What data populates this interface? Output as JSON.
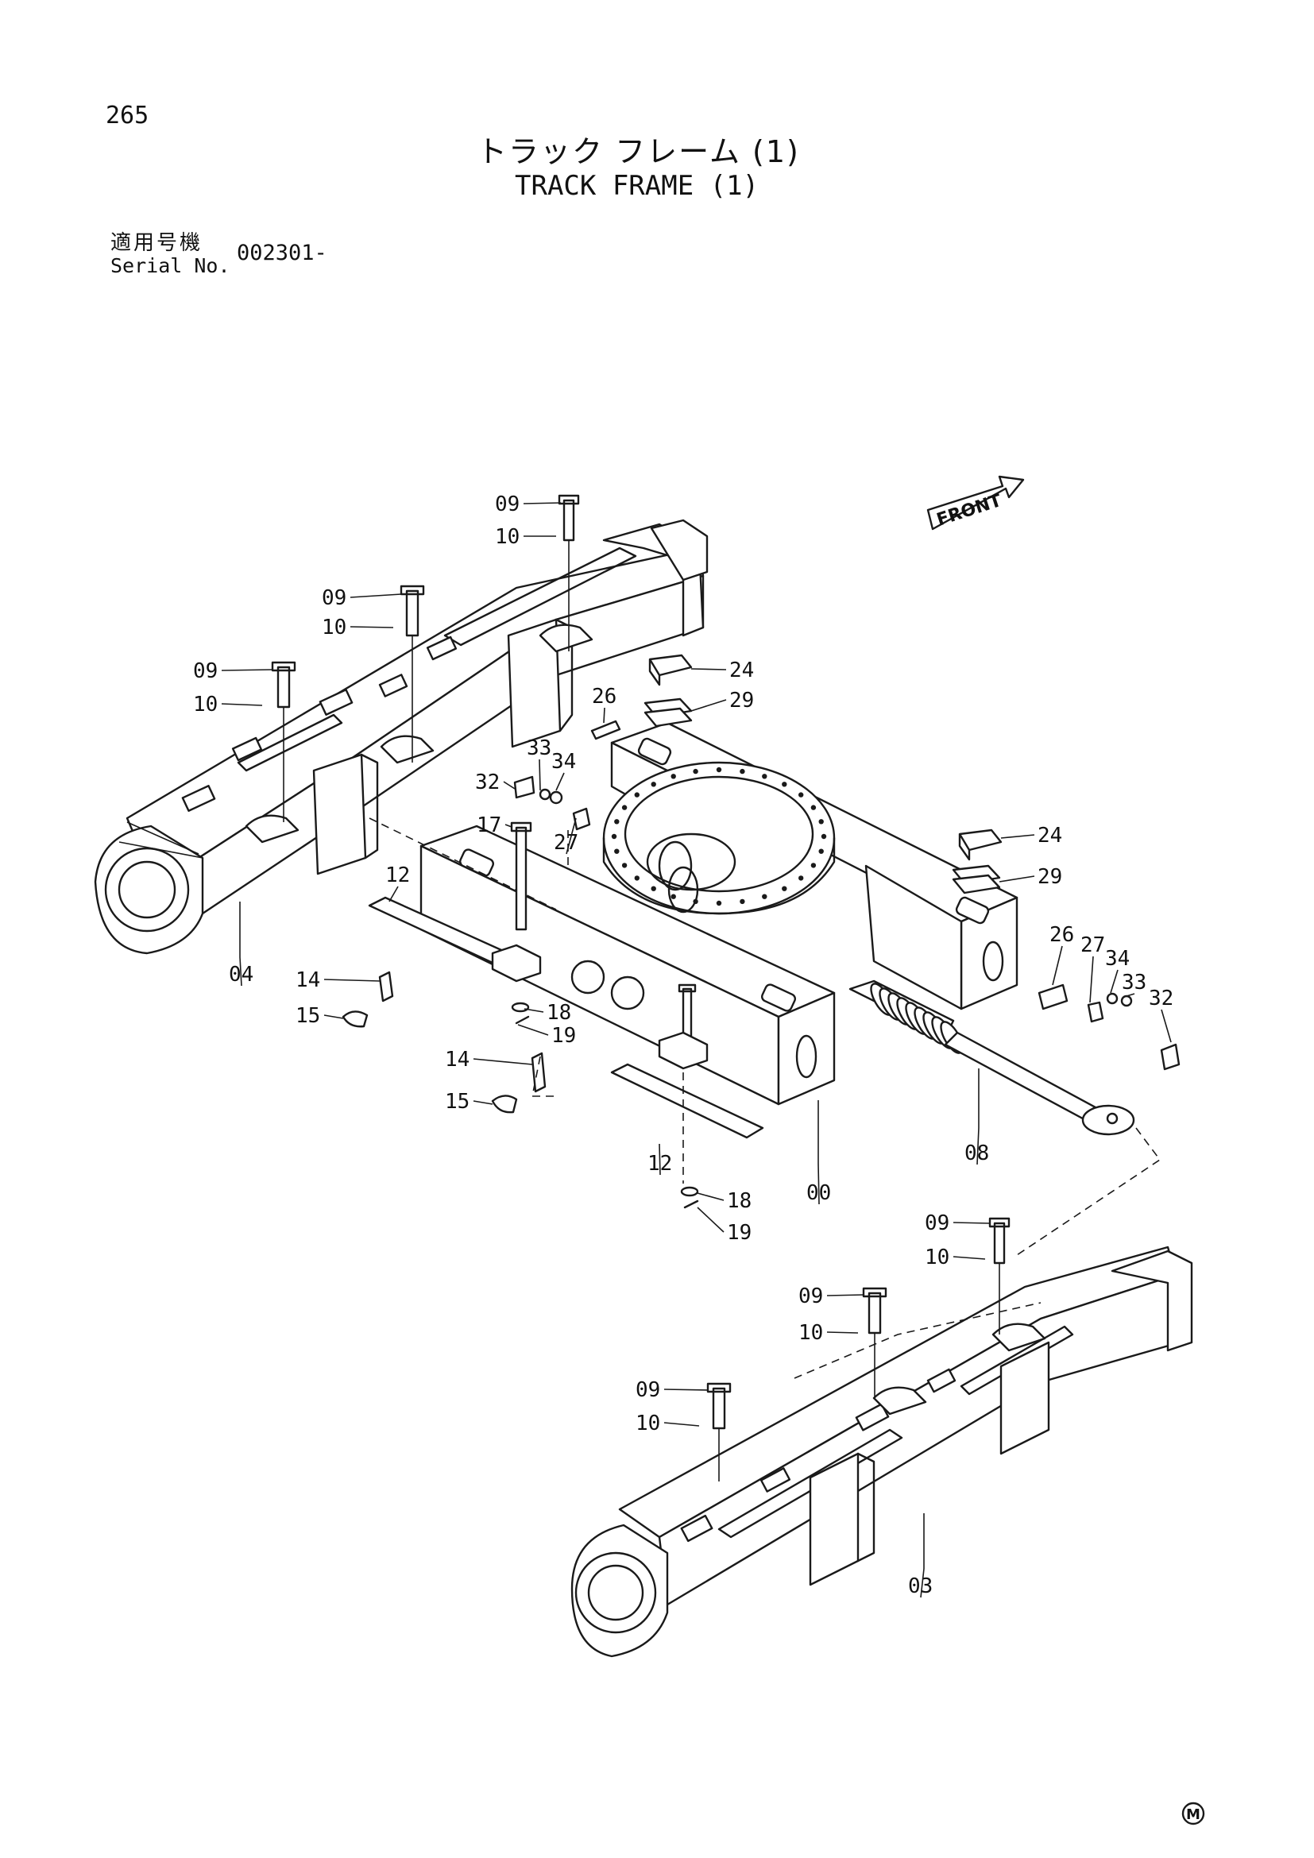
{
  "header": {
    "page_number": "265",
    "title_jp": "トラック フレーム (1)",
    "title_en": "TRACK FRAME (1)",
    "serial_label_jp": "適用号機",
    "serial_label_en": "Serial No.",
    "serial_value": "002301-"
  },
  "diagram": {
    "front_arrow": "FRONT",
    "corner_mark": "M",
    "callouts": [
      "09",
      "10",
      "09",
      "10",
      "09",
      "10",
      "24",
      "29",
      "26",
      "33",
      "34",
      "32",
      "17",
      "27",
      "12",
      "04",
      "14",
      "15",
      "18",
      "19",
      "14",
      "15",
      "24",
      "29",
      "26",
      "27",
      "34",
      "33",
      "32",
      "08",
      "00",
      "12",
      "18",
      "19",
      "09",
      "10",
      "09",
      "10",
      "09",
      "10",
      "03"
    ]
  }
}
